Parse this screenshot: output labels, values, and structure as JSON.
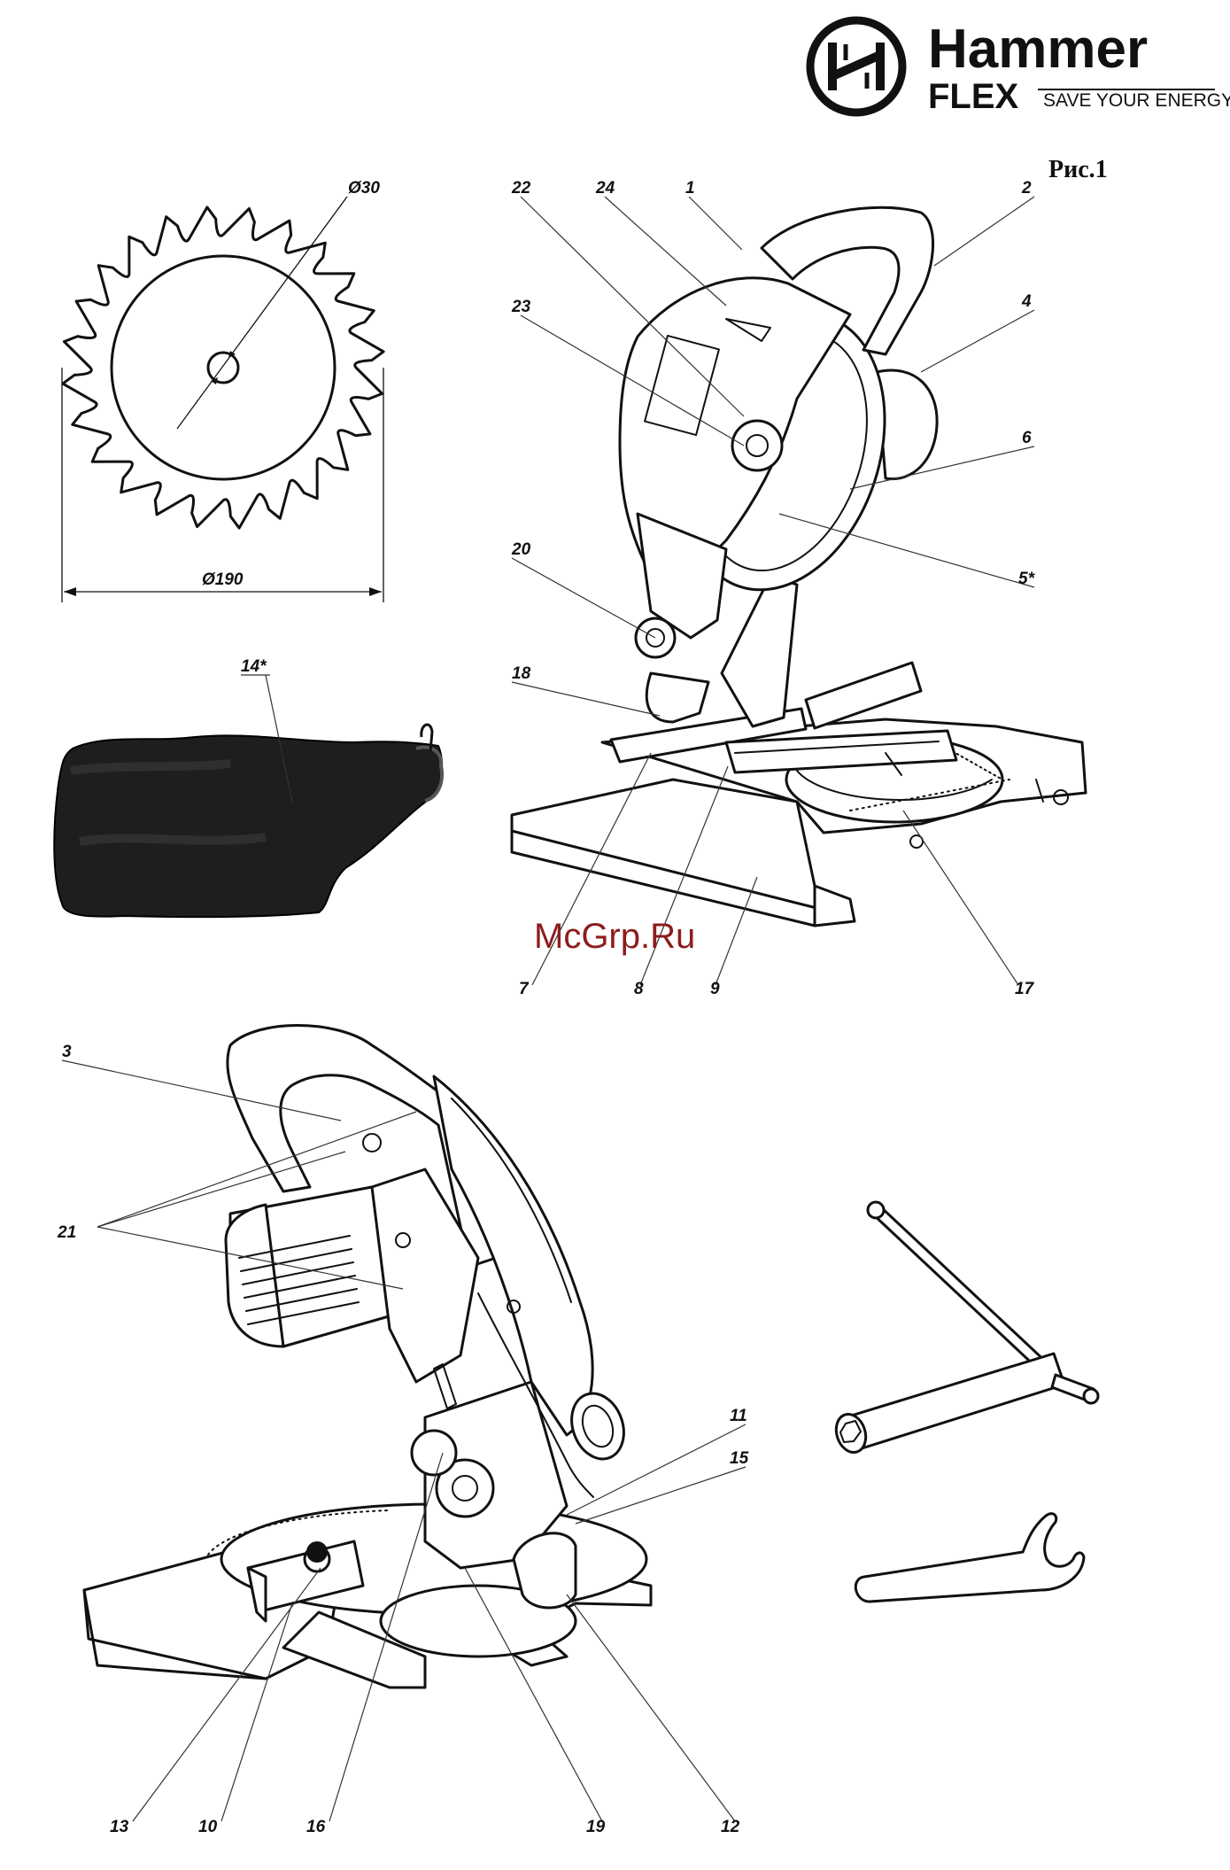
{
  "brand": {
    "name": "Hammer",
    "sub": "FLEX",
    "slogan": "SAVE YOUR ENERGY"
  },
  "figure": {
    "title": "Рис.1"
  },
  "watermark": "McGrp.Ru",
  "blade": {
    "bore_label": "Ø30",
    "diameter_label": "Ø190"
  },
  "callouts": {
    "bag": "14*",
    "top": [
      "22",
      "24",
      "1",
      "2",
      "4",
      "23",
      "6",
      "5*",
      "20",
      "18",
      "7",
      "8",
      "9",
      "17"
    ],
    "bottom": [
      "3",
      "21",
      "11",
      "15",
      "13",
      "10",
      "16",
      "19",
      "12"
    ]
  }
}
